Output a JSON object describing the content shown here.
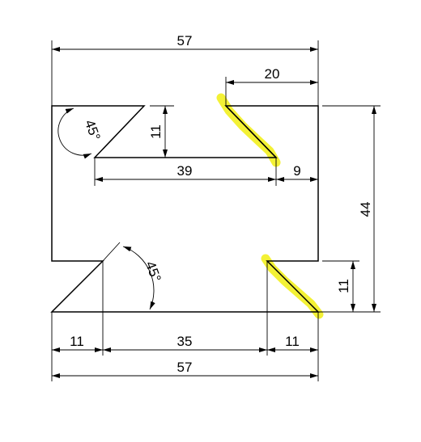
{
  "drawing": {
    "dimensions": {
      "top_width": "57",
      "top_right_offset": "20",
      "notch_height": "11",
      "inner_length": "39",
      "right_gap": "9",
      "overall_height": "44",
      "bottom_right_height": "11",
      "bottom_left": "11",
      "bottom_middle": "35",
      "bottom_right": "11",
      "bottom_width": "57"
    },
    "angles": {
      "top_left": "45°",
      "bottom": "45°"
    }
  },
  "colors": {
    "line": "#000000",
    "highlight": "#f2ef1f"
  }
}
